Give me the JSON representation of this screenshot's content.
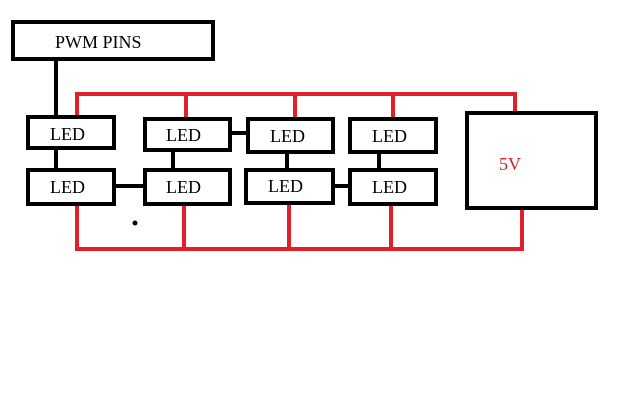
{
  "pwm_label": "PWM PINS",
  "leds": [
    "LED",
    "LED",
    "LED",
    "LED",
    "LED",
    "LED",
    "LED",
    "LED"
  ],
  "supply_label": "5V",
  "colors": {
    "wire_power": "#e0202a",
    "wire_signal": "#000000",
    "supply_text": "#d0202a"
  }
}
